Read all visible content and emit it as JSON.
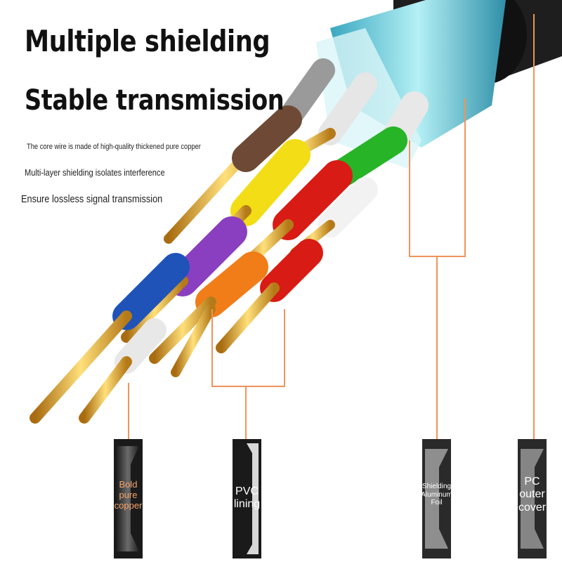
{
  "headlines": {
    "primary": "Multiple shielding",
    "secondary": "Stable transmission"
  },
  "notes": {
    "core_wire": "The core wire is made of high-quality thickened pure copper",
    "shielding": "Multi-layer shielding isolates interference",
    "lossless": "Ensure lossless signal transmission"
  },
  "layer_tags": {
    "copper": "Bold\npure\ncopper",
    "pvc": "PVC\nlining",
    "foil": "Shielding\nAluminum\nFoil",
    "cover": "PC\nouter\ncover"
  },
  "colors": {
    "callout_line": "#f0935a",
    "tag_dark": "#1a1a1a",
    "copper_text": "#f4a469",
    "jacket_teal": "#5fc8d8",
    "gold": "#e0a52a"
  }
}
